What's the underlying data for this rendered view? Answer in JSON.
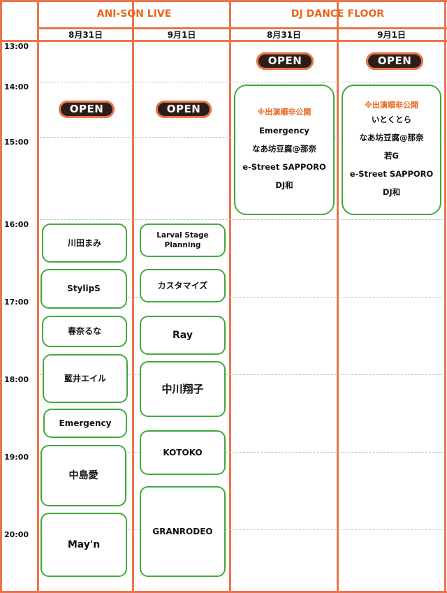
{
  "headers": {
    "anison_live": "ANI-SON LIVE",
    "dj_dance_floor": "DJ DANCE FLOOR"
  },
  "dates": [
    "8月31日",
    "9月1日",
    "8月31日",
    "9月1日"
  ],
  "times": [
    "13:00",
    "14:00",
    "15:00",
    "16:00",
    "17:00",
    "18:00",
    "19:00",
    "20:00"
  ],
  "open_label": "OPEN",
  "anison_day1": [
    "川田まみ",
    "StylipS",
    "春奈るな",
    "藍井エイル",
    "Emergency",
    "中島愛",
    "May'n"
  ],
  "anison_day2": [
    "Larval Stage Planning",
    "カスタマイズ",
    "Ray",
    "中川翔子",
    "KOTOKO",
    "GRANRODEO"
  ],
  "dj_day1": {
    "note": "※出演順非公開",
    "names": [
      "Emergency",
      "なあ坊豆腐@那奈",
      "e-Street SAPPORO",
      "DJ和"
    ]
  },
  "dj_day2": {
    "note": "※出演順非公開",
    "names": [
      "いとくとら",
      "なあ坊豆腐@那奈",
      "若G",
      "e-Street SAPPORO",
      "DJ和"
    ]
  },
  "colors": {
    "grid": "#e8764a",
    "header_text": "#e8661f",
    "slot_border": "#43a83d",
    "open_badge": "#2b1d18"
  }
}
